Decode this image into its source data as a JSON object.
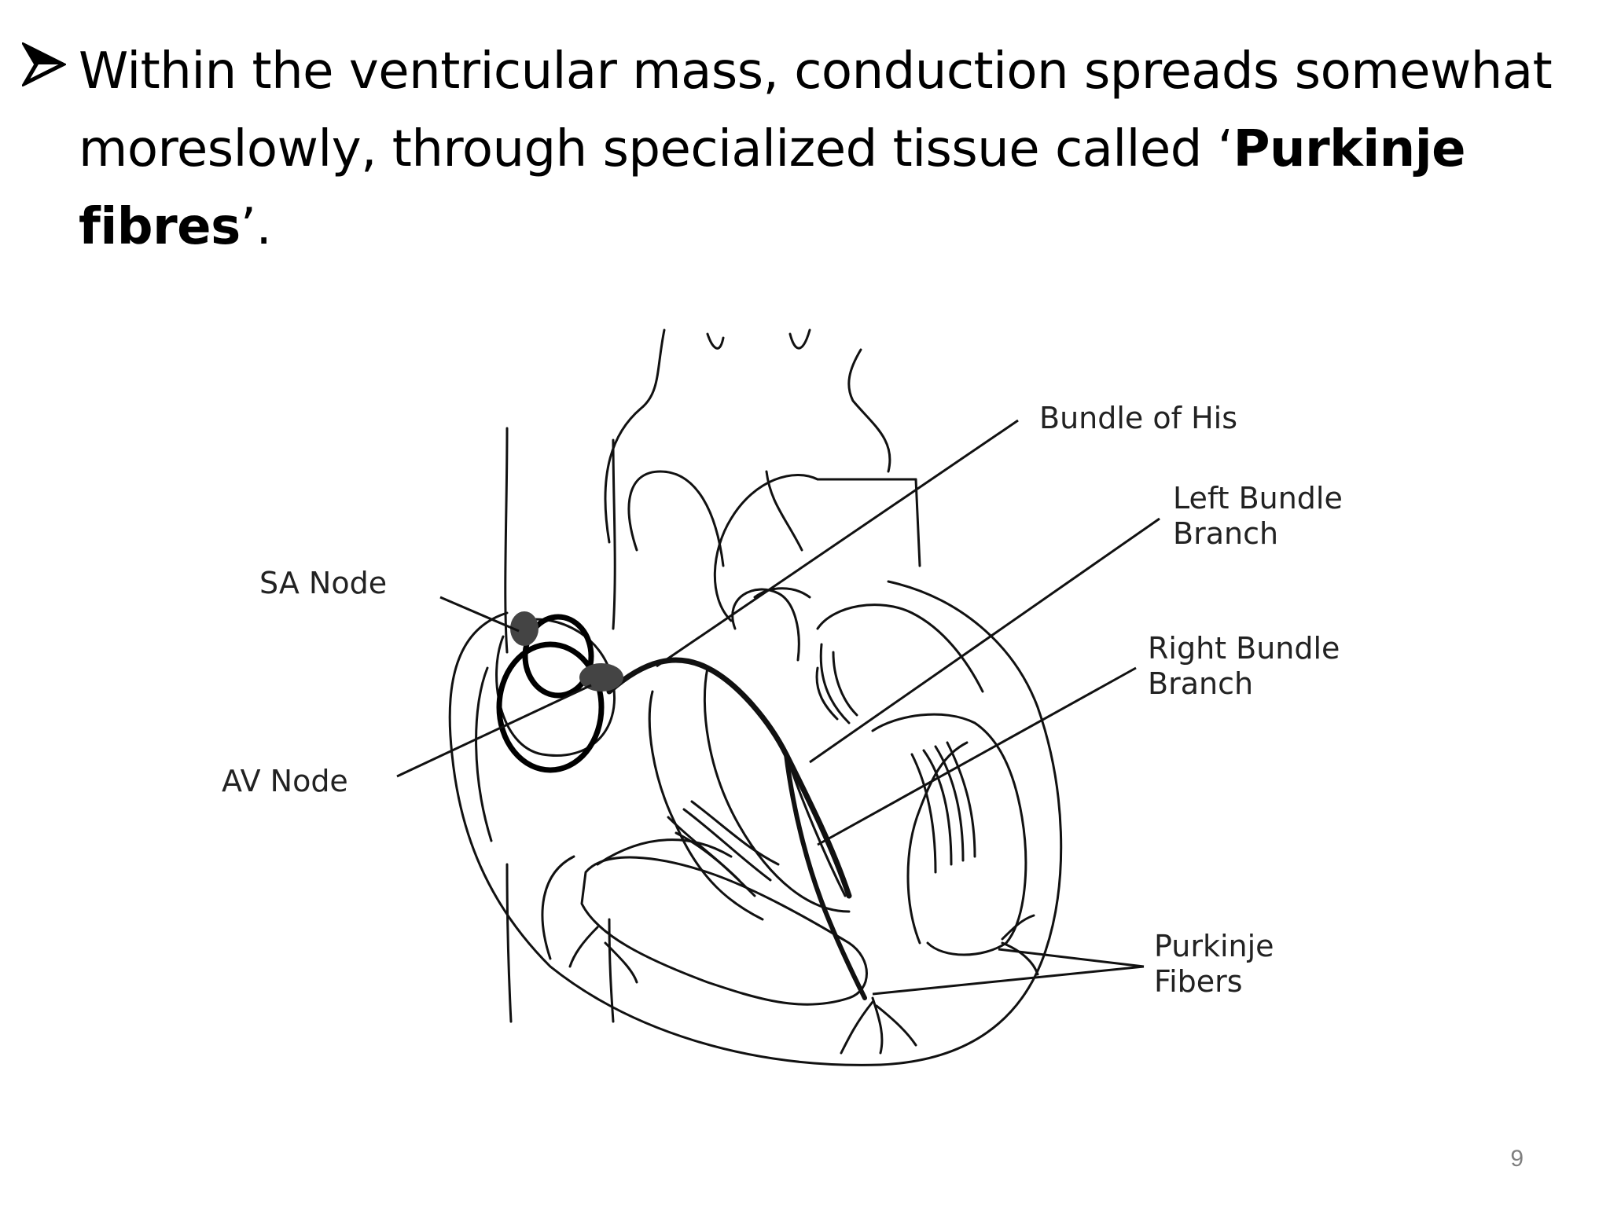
{
  "slide": {
    "bullet_icon": "arrow-bullet-icon",
    "text_part1": "Within the ventricular mass, conduction spreads somewhat moreslowly, through specialized tissue called ‘",
    "text_bold1": "Purkinje fibres",
    "text_part2": "’."
  },
  "diagram": {
    "labels": {
      "sa_node": "SA Node",
      "av_node": "AV Node",
      "bundle_of_his": "Bundle of His",
      "left_bundle_line1": "Left Bundle",
      "left_bundle_line2": "Branch",
      "right_bundle_line1": "Right Bundle",
      "right_bundle_line2": "Branch",
      "purkinje_line1": "Purkinje",
      "purkinje_line2": "Fibers"
    }
  },
  "page_number": "9"
}
